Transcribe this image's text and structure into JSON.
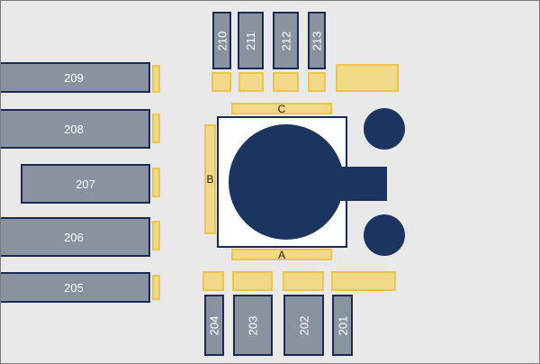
{
  "components": {
    "p201": "201",
    "p202": "202",
    "p203": "203",
    "p204": "204",
    "p205": "205",
    "p206": "206",
    "p207": "207",
    "p208": "208",
    "p209": "209",
    "p210": "210",
    "p211": "211",
    "p212": "212",
    "p213": "213"
  },
  "labels": {
    "a": "A",
    "b": "B",
    "c": "C"
  },
  "colors": {
    "background": "#e9e9e9",
    "component_fill": "#88939f",
    "component_border": "#1a2a55",
    "marker_fill": "#f2d98a",
    "marker_border": "#ecc54a",
    "navy": "#1b3560"
  }
}
